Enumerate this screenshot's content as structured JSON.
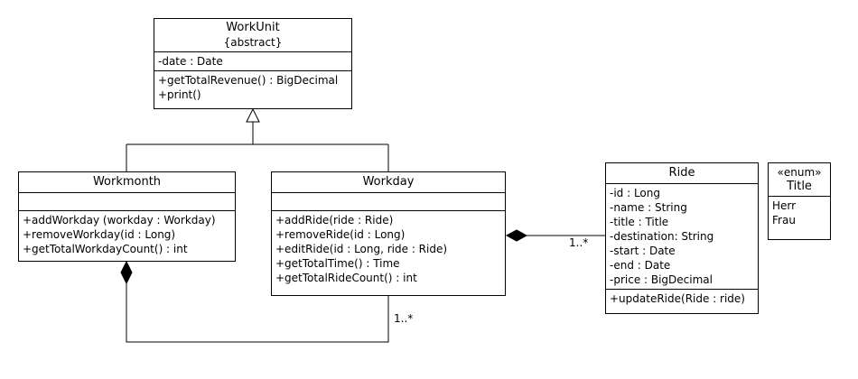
{
  "classes": {
    "workunit": {
      "name": "WorkUnit",
      "stereotype": "{abstract}",
      "attributes": [
        "-date : Date"
      ],
      "operations": [
        "+getTotalRevenue() : BigDecimal",
        "+print()"
      ]
    },
    "workmonth": {
      "name": "Workmonth",
      "attributes": [],
      "operations": [
        "+addWorkday (workday : Workday)",
        "+removeWorkday(id : Long)",
        "+getTotalWorkdayCount() : int"
      ]
    },
    "workday": {
      "name": "Workday",
      "attributes": [],
      "operations": [
        "+addRide(ride : Ride)",
        "+removeRide(id : Long)",
        "+editRide(id : Long, ride : Ride)",
        "+getTotalTime() : Time",
        "+getTotalRideCount() : int"
      ]
    },
    "ride": {
      "name": "Ride",
      "attributes": [
        "-id : Long",
        "-name : String",
        "-title : Title",
        "-destination: String",
        "-start : Date",
        "-end : Date",
        "-price : BigDecimal"
      ],
      "operations": [
        "+updateRide(Ride : ride)"
      ]
    },
    "title": {
      "name": "Title",
      "stereotype": "«enum»",
      "literals": [
        "Herr",
        "Frau"
      ]
    }
  },
  "relations": {
    "workday_ride_multiplicity": "1..*",
    "workmonth_workday_multiplicity": "1..*"
  }
}
